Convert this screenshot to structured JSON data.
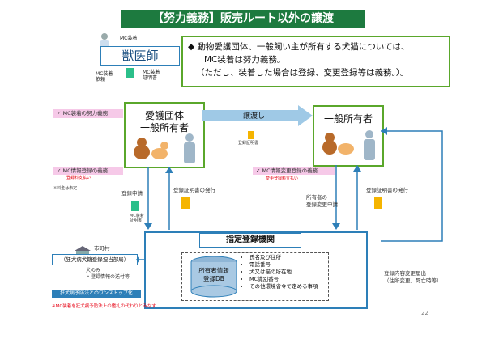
{
  "title": "【努力義務】販売ルート以外の譲渡",
  "vet": {
    "label": "獣医師",
    "top_label": "MC装着"
  },
  "mc_request": "MC装着\n依頼",
  "mc_cert": "MC装着\n証明書",
  "note": {
    "line1": "◆ 動物愛護団体、一般飼い主が所有する犬猫については、",
    "line2": "MC装着は努力義務。",
    "line3": "（ただし、装着した場合は登録、変更登録等は義務。）。"
  },
  "left_pink_top": "✓ MC装着の努力義務",
  "left_pink_bottom": "✓ MC情報登録の義務",
  "left_pink_sub": "登録料支払い",
  "left_footnote": "※料金は未定",
  "shelter": {
    "line1": "愛護団体",
    "line2": "一般所有者"
  },
  "transfer": {
    "label": "譲渡し",
    "doc": "登録証明書"
  },
  "owner": {
    "label": "一般所有者"
  },
  "right_pink": "✓ MC情報変更登録の義務",
  "right_pink_sub": "変更登録料支払い",
  "reg_apply": "登録申請",
  "mc_cert2": "MC装着\n証明書",
  "reg_cert_issue": "登録証明書の発行",
  "owner_change": "所有者の\n登録変更申請",
  "reg_cert_issue2": "登録証明書の発行",
  "agency": {
    "title": "指定登録機関",
    "db": "所有者情報\n登録DB",
    "items": [
      "氏名及び住所",
      "電話番号",
      "犬又は猫の所在地",
      "MC識別番号",
      "その他環境省令で定める事項"
    ]
  },
  "city": {
    "line1": "市町村",
    "line2": "（狂犬病犬籍登録担当部局）"
  },
  "dog_only": {
    "line1": "犬のみ",
    "line2": "・登録情報の送付等"
  },
  "one_stop": "狂犬病予防法とのワンストップ化",
  "bottom_note": "※MC装着を狂犬病予防法上の鑑札の代わりとみなす",
  "change_report": "登録内容変更届出\n（住所変更、死亡時等）",
  "page_number": "22"
}
